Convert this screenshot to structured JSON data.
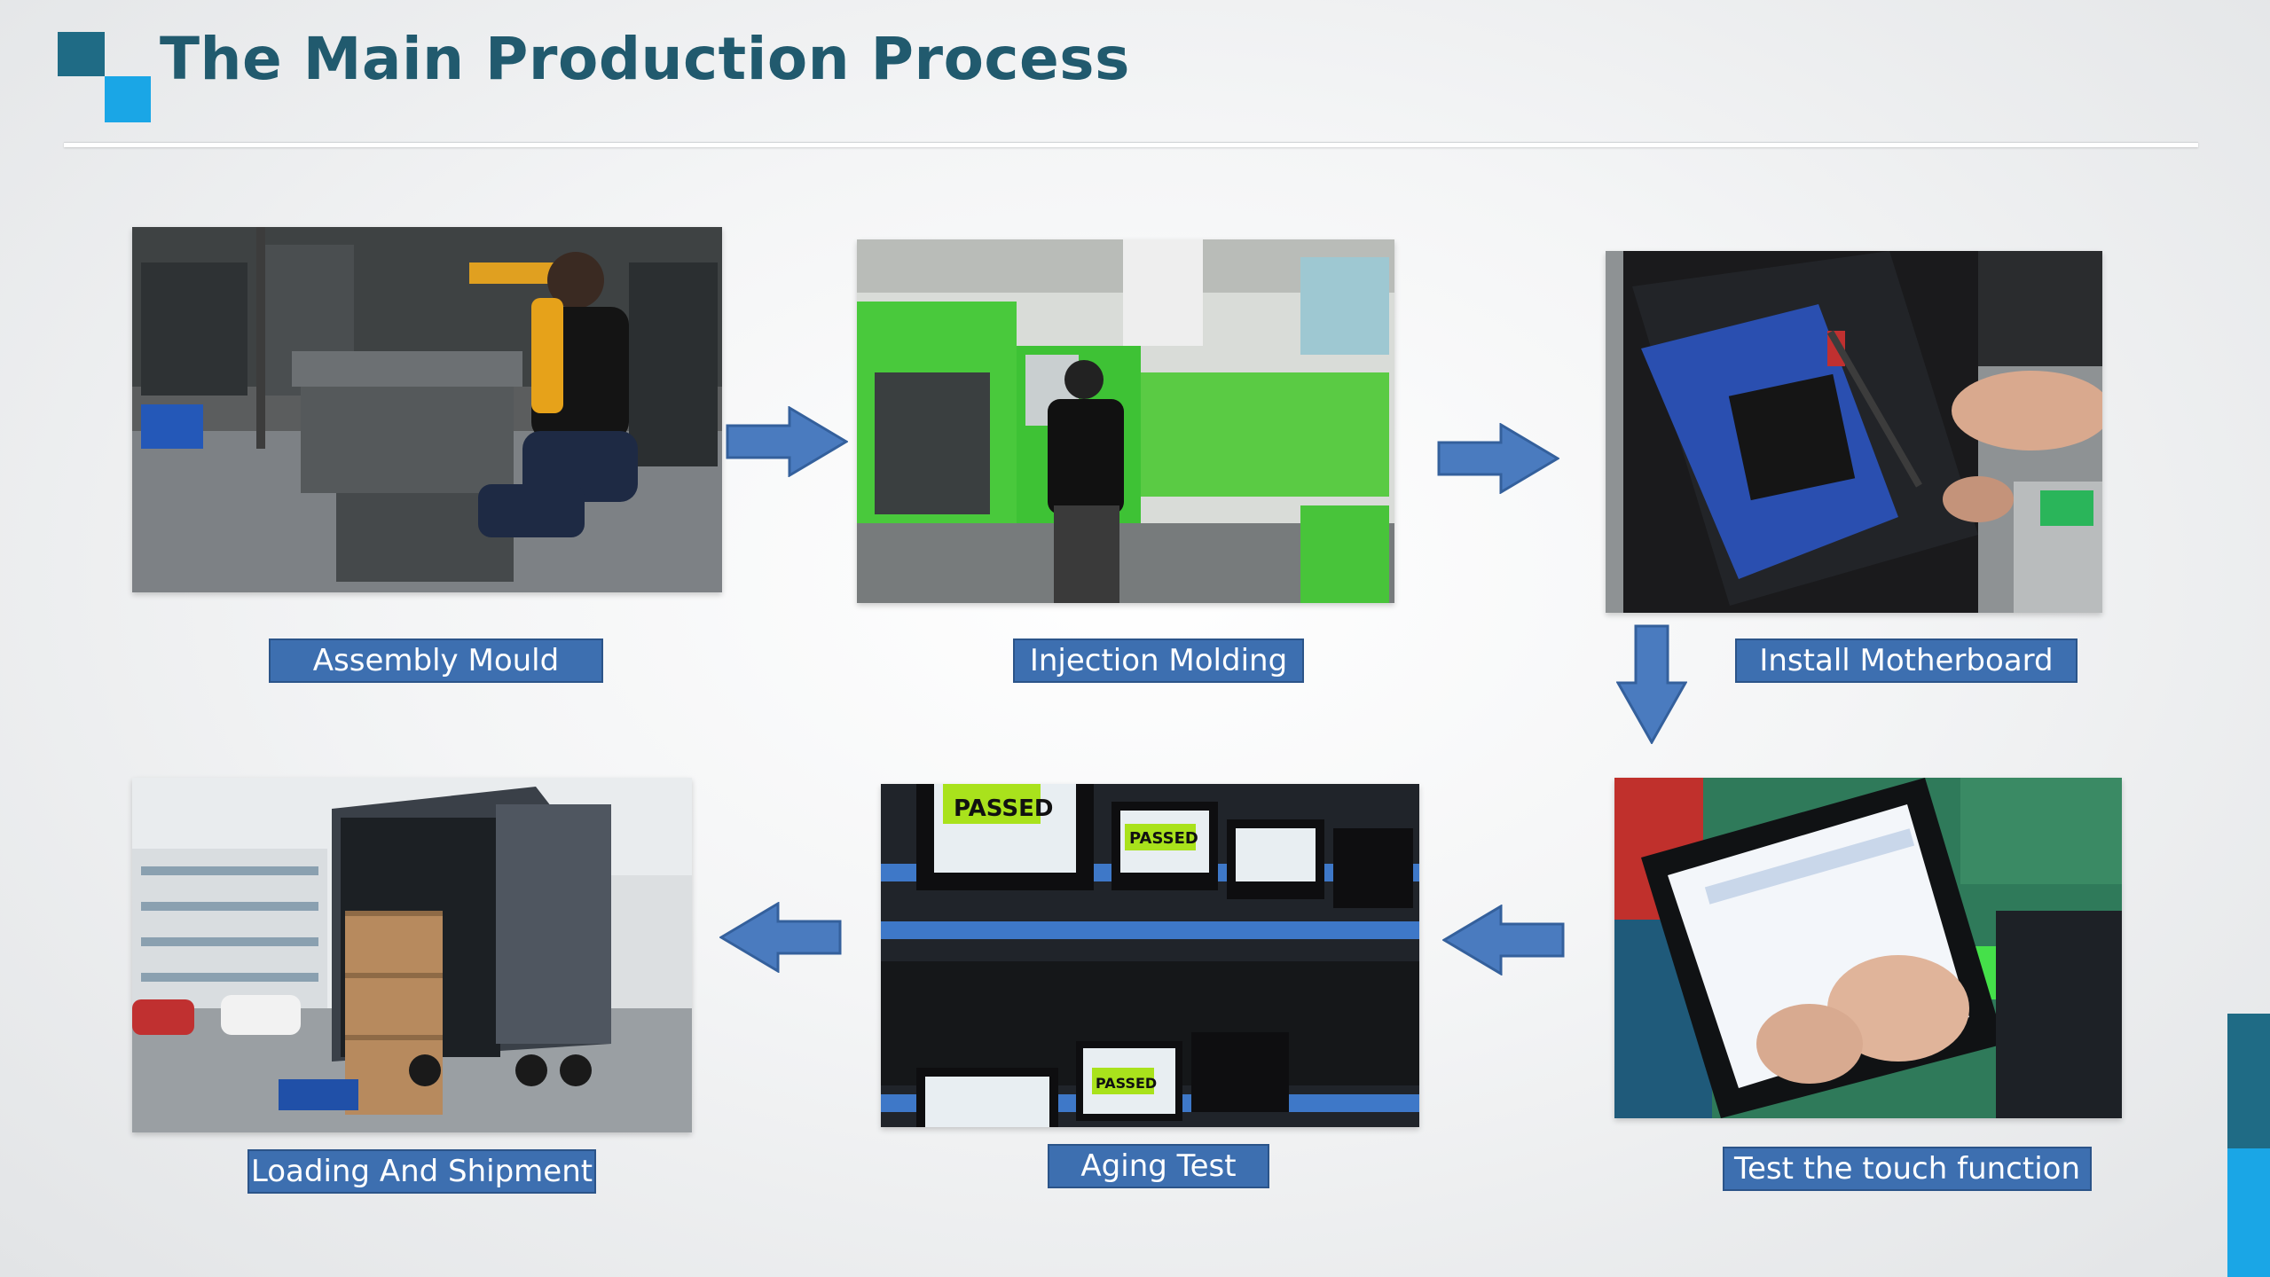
{
  "header": {
    "title": "The Main Production Process"
  },
  "steps": [
    {
      "label": "Assembly Mould"
    },
    {
      "label": "Injection Molding"
    },
    {
      "label": "Install Motherboard"
    },
    {
      "label": "Test the touch function"
    },
    {
      "label": "Aging Test"
    },
    {
      "label": "Loading And Shipment"
    }
  ],
  "photos": {
    "aging_sign": "PASSED"
  },
  "colors": {
    "title": "#215a6e",
    "logo_dark": "#1f6b85",
    "logo_light": "#1aa6e6",
    "label_fill": "#3d6fb0",
    "arrow_fill": "#4a7bbf"
  },
  "icons": {
    "arrows": [
      "right-arrow",
      "right-arrow",
      "down-arrow",
      "left-arrow",
      "left-arrow"
    ]
  }
}
